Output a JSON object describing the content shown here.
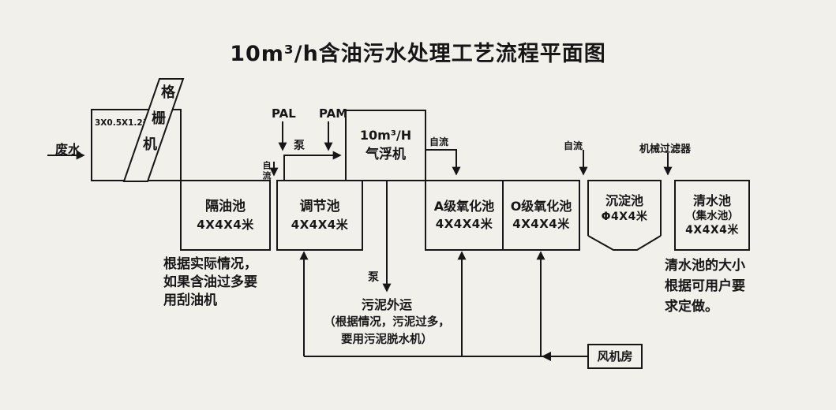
{
  "title": "10m³/h含油污水处理工艺流程平面图",
  "feed_label": "废水",
  "units": {
    "screen": {
      "size": "3X0.5X1.2米",
      "chars": [
        "格",
        "栅",
        "机"
      ]
    },
    "oil_separator": {
      "name": "隔油池",
      "size": "4X4X4米"
    },
    "regulating": {
      "name": "调节池",
      "size": "4X4X4米"
    },
    "flotation": {
      "line1": "10m³/H",
      "line2": "气浮机"
    },
    "oxidation_a": {
      "name": "A级氧化池",
      "size": "4X4X4米"
    },
    "oxidation_o": {
      "name": "O级氧化池",
      "size": "4X4X4米"
    },
    "sedimentation": {
      "name": "沉淀池",
      "size": "Φ4X4米"
    },
    "clean_water": {
      "name": "清水池",
      "alias": "（集水池）",
      "size": "4X4X4米"
    },
    "fan_room": {
      "name": "风机房"
    }
  },
  "flow_labels": {
    "gravity_1": "自流",
    "gravity_2": "自流",
    "gravity_3": "自流",
    "pump_dosing": "泵",
    "pump_sludge": "泵",
    "pal": "PAL",
    "pam": "PAM",
    "mech_filter": "机械过滤器"
  },
  "notes": {
    "oil": [
      "根据实际情况，",
      "如果含油过多要",
      "用刮油机"
    ],
    "sludge": [
      "污泥外运",
      "（根据情况，污泥过多，",
      "要用污泥脱水机）"
    ],
    "clean": [
      "清水池的大小",
      "根据可用户要",
      "求定做。"
    ]
  }
}
